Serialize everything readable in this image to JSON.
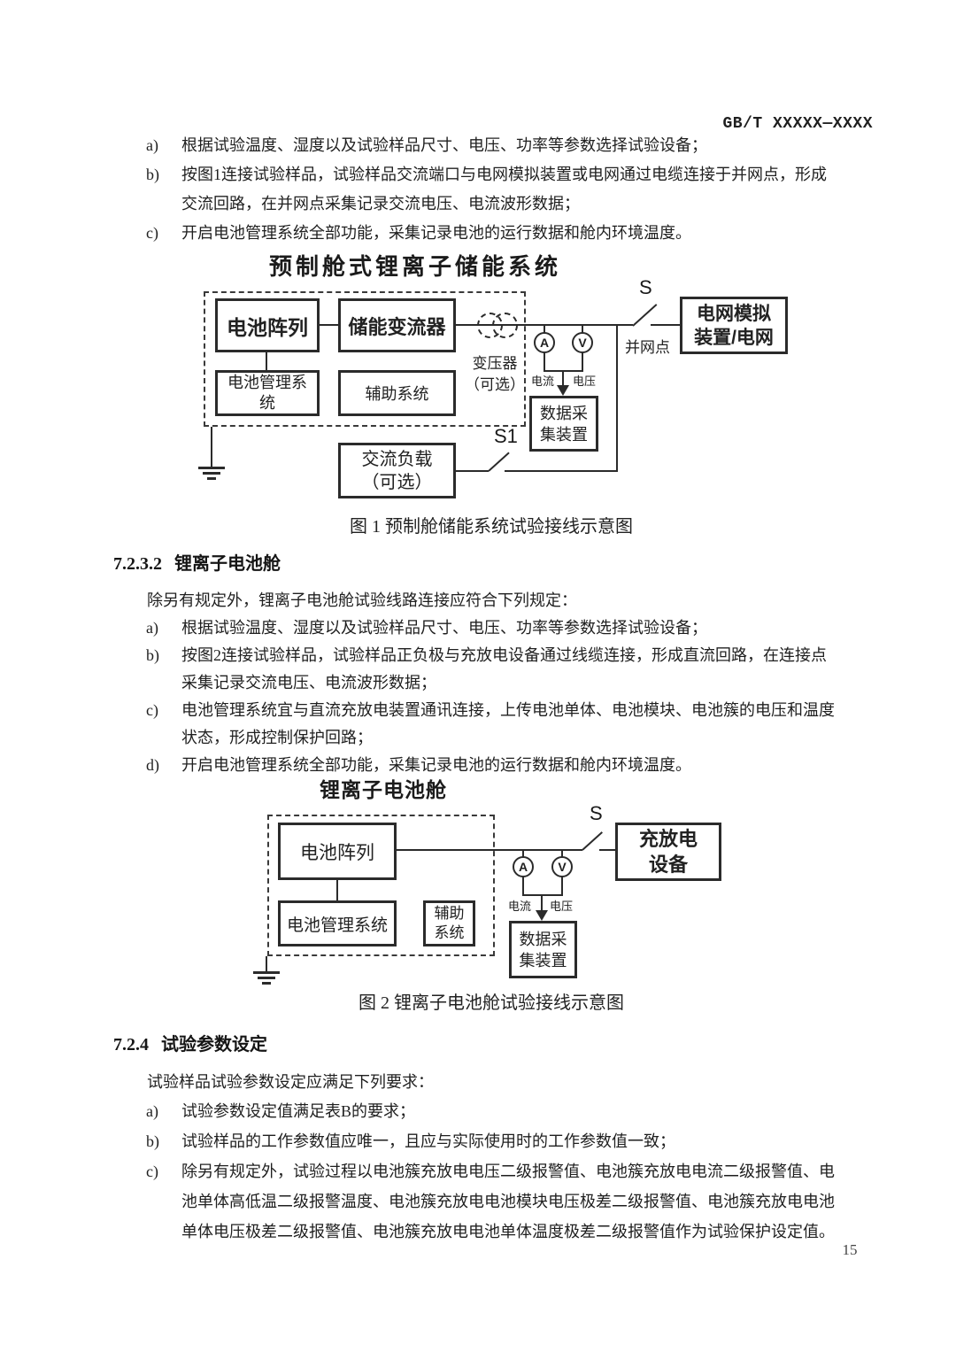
{
  "page": {
    "doc_code": "GB/T XXXXX—XXXX",
    "page_number": "15"
  },
  "intro_list": {
    "items": [
      {
        "marker": "a)",
        "lines": [
          "根据试验温度、湿度以及试验样品尺寸、电压、功率等参数选择试验设备；"
        ]
      },
      {
        "marker": "b)",
        "lines": [
          "按图1连接试验样品，试验样品交流端口与电网模拟装置或电网通过电缆连接于并网点，形成",
          "交流回路，在并网点采集记录交流电压、电流波形数据；"
        ]
      },
      {
        "marker": "c)",
        "lines": [
          "开启电池管理系统全部功能，采集记录电池的运行数据和舱内环境温度。"
        ]
      }
    ]
  },
  "figure1": {
    "system_title": "预制舱式锂离子储能系统",
    "battery_array": "电池阵列",
    "converter": "储能变流器",
    "bms_line1": "电池管理系",
    "bms_line2": "统",
    "aux": "辅助系统",
    "transformer_line1": "变压器",
    "transformer_line2": "（可选）",
    "ammeter": "A",
    "voltmeter": "V",
    "current_label": "电流",
    "voltage_label": "电压",
    "daq_line1": "数据采",
    "daq_line2": "集装置",
    "switch_s": "S",
    "switch_s1": "S1",
    "grid_point": "并网点",
    "grid_line1": "电网模拟",
    "grid_line2": "装置/电网",
    "ac_load_line1": "交流负载",
    "ac_load_line2": "（可选）",
    "caption": "图 1 预制舱储能系统试验接线示意图"
  },
  "section_7232": {
    "number": "7.2.3.2",
    "title": "锂离子电池舱",
    "intro": "除另有规定外，锂离子电池舱试验线路连接应符合下列规定：",
    "items": [
      {
        "marker": "a)",
        "lines": [
          "根据试验温度、湿度以及试验样品尺寸、电压、功率等参数选择试验设备；"
        ]
      },
      {
        "marker": "b)",
        "lines": [
          "按图2连接试验样品，试验样品正负极与充放电设备通过线缆连接，形成直流回路，在连接点",
          "采集记录交流电压、电流波形数据；"
        ]
      },
      {
        "marker": "c)",
        "lines": [
          "电池管理系统宜与直流充放电装置通讯连接，上传电池单体、电池模块、电池簇的电压和温度",
          "状态，形成控制保护回路；"
        ]
      },
      {
        "marker": "d)",
        "lines": [
          "开启电池管理系统全部功能，采集记录电池的运行数据和舱内环境温度。"
        ]
      }
    ]
  },
  "figure2": {
    "system_title": "锂离子电池舱",
    "battery_array": "电池阵列",
    "bms": "电池管理系统",
    "aux_line1": "辅助",
    "aux_line2": "系统",
    "ammeter": "A",
    "voltmeter": "V",
    "current_label": "电流",
    "voltage_label": "电压",
    "daq_line1": "数据采",
    "daq_line2": "集装置",
    "switch_s": "S",
    "charger_line1": "充放电",
    "charger_line2": "设备",
    "caption": "图 2 锂离子电池舱试验接线示意图"
  },
  "section_724": {
    "number": "7.2.4",
    "title": "试验参数设定",
    "intro": "试验样品试验参数设定应满足下列要求：",
    "items": [
      {
        "marker": "a)",
        "lines": [
          "试验参数设定值满足表B的要求；"
        ]
      },
      {
        "marker": "b)",
        "lines": [
          "试验样品的工作参数值应唯一，且应与实际使用时的工作参数值一致；"
        ]
      },
      {
        "marker": "c)",
        "lines": [
          "除另有规定外，试验过程以电池簇充放电电压二级报警值、电池簇充放电电流二级报警值、电",
          "池单体高低温二级报警温度、电池簇充放电电池模块电压极差二级报警值、电池簇充放电电池",
          "单体电压极差二级报警值、电池簇充放电电池单体温度极差二级报警值作为试验保护设定值。"
        ]
      }
    ]
  }
}
